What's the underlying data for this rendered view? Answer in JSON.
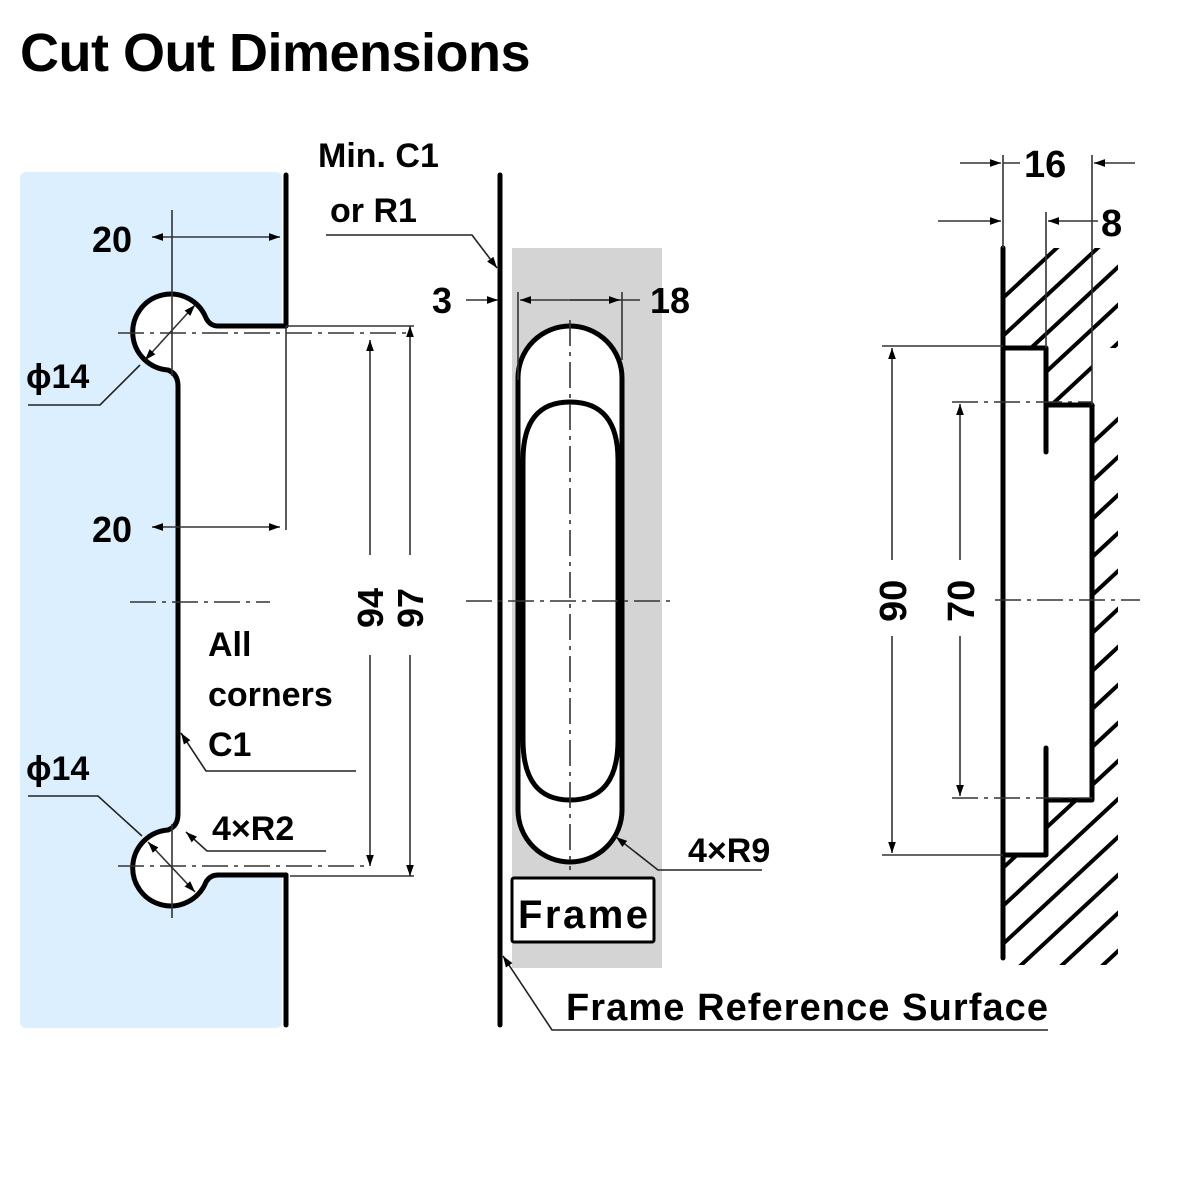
{
  "title": "Cut Out Dimensions",
  "colors": {
    "door_fill": "#dcefff",
    "frame_fill": "#d4d4d4",
    "line": "#000000"
  },
  "left_view": {
    "dim_top_offset": "20",
    "dim_mid_offset": "20",
    "hole_top_label": "ϕ14",
    "hole_bottom_label": "ϕ14",
    "corner_note_lines": [
      "All",
      "corners",
      "C1"
    ],
    "radius_note": "4×R2",
    "dim_inner_height": "94",
    "dim_outer_height": "97"
  },
  "middle_view": {
    "chamfer_note_lines": [
      "Min. C1",
      "or R1"
    ],
    "dim_offset": "3",
    "dim_width": "18",
    "radius_note": "4×R9",
    "frame_label": "Frame",
    "reference_label": "Frame Reference Surface"
  },
  "right_view": {
    "dim_depth_total": "16",
    "dim_depth_step": "8",
    "dim_outer_height": "90",
    "dim_inner_height": "70"
  }
}
